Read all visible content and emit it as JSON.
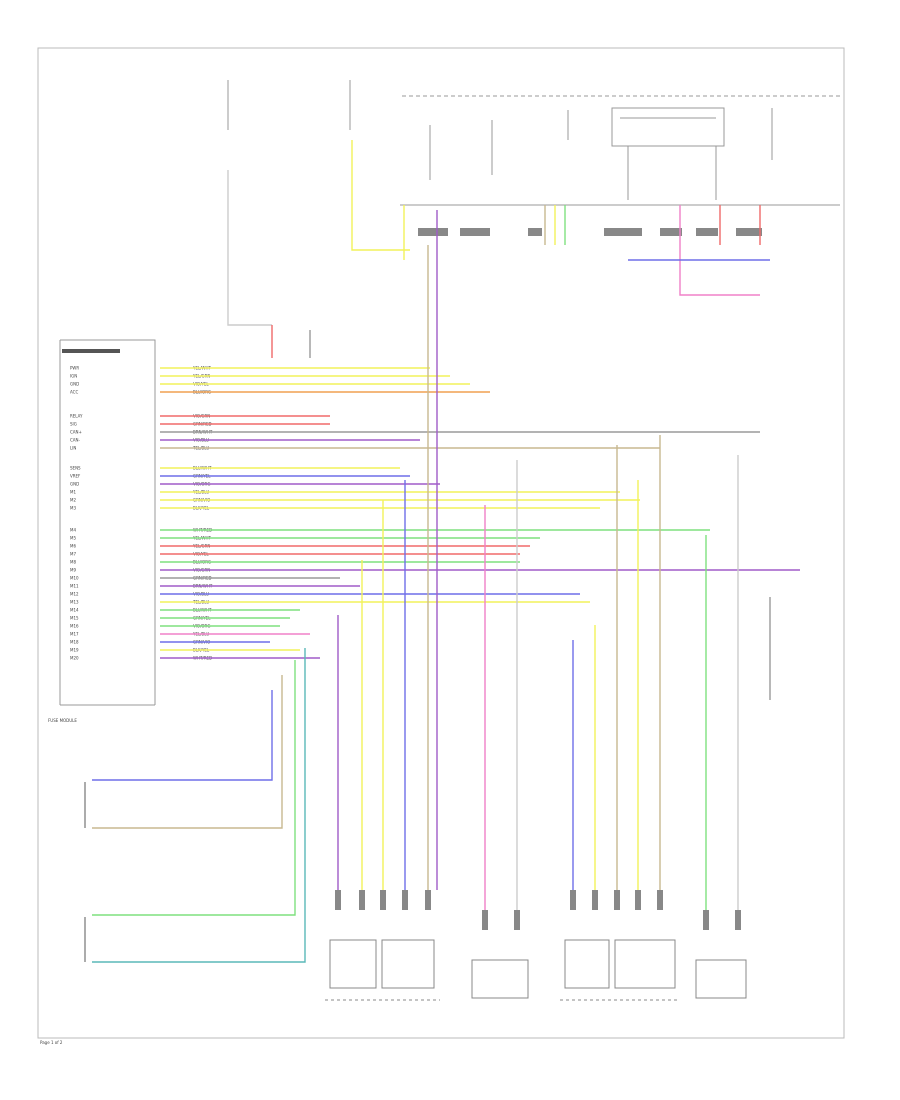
{
  "labels": {
    "footer": "Page 1 of 2",
    "module_label": "FUSE MODULE",
    "pins_left": [
      "PWR",
      "IGN",
      "GND",
      "ACC",
      "RELAY",
      "SIG",
      "CAN+",
      "CAN-",
      "LIN",
      "SENS",
      "VREF",
      "GND",
      "M1",
      "M2",
      "M3",
      "M4",
      "M5",
      "M6",
      "M7",
      "M8",
      "M9",
      "M10",
      "M11",
      "M12",
      "M13",
      "M14",
      "M15",
      "M16",
      "M17",
      "M18",
      "M19",
      "M20"
    ],
    "colors": [
      "YEL/WHT",
      "YEL/GRN",
      "VIO/YEL",
      "BLU/ORG",
      "VIO/GRN",
      "GRN/RED",
      "BRN/WHT",
      "VIO/BLU",
      "TEL/BLU",
      "BLU/WHT",
      "GRN/YEL",
      "VIO/ORG",
      "YEL/BLU",
      "GRN/VIO",
      "BLK/YEL",
      "WHT/RED"
    ]
  },
  "colors": {
    "yellow": "#f2f25a",
    "green": "#7fe07f",
    "blue": "#6f6fe8",
    "purple": "#a05cc8",
    "pink": "#f080c8",
    "red": "#f06a6a",
    "orange": "#f0a050",
    "tan": "#c8b890",
    "gray": "#9a9a9a",
    "teal": "#5ab8b8"
  }
}
